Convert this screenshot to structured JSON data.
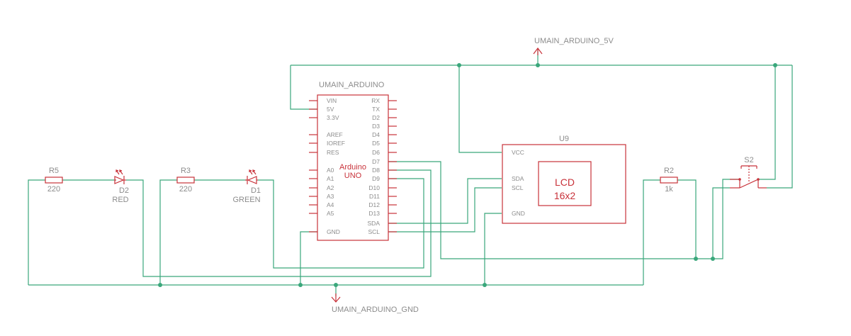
{
  "colors": {
    "wire": "#3aa77b",
    "part": "#c8323a",
    "text": "#8c8c8c",
    "background": "#ffffff"
  },
  "power": {
    "vcc_label": "UMAIN_ARDUINO_5V",
    "gnd_label": "UMAIN_ARDUINO_GND"
  },
  "arduino": {
    "name": "UMAIN_ARDUINO",
    "body_label_1": "Arduino",
    "body_label_2": "UNO",
    "left_pins": [
      "VIN",
      "5V",
      "3.3V",
      "AREF",
      "IOREF",
      "RES",
      "A0",
      "A1",
      "A2",
      "A3",
      "A4",
      "A5",
      "GND"
    ],
    "right_pins": [
      "RX",
      "TX",
      "D2",
      "D3",
      "D4",
      "D5",
      "D6",
      "D7",
      "D8",
      "D9",
      "D10",
      "D11",
      "D12",
      "D13",
      "SDA",
      "SCL"
    ]
  },
  "lcd": {
    "name": "U9",
    "title": "LCD",
    "size": "16x2",
    "pins": [
      "VCC",
      "SDA",
      "SCL",
      "GND"
    ]
  },
  "resistors": [
    {
      "ref": "R5",
      "value": "220"
    },
    {
      "ref": "R3",
      "value": "220"
    },
    {
      "ref": "R2",
      "value": "1k"
    }
  ],
  "leds": [
    {
      "ref": "D2",
      "color": "RED"
    },
    {
      "ref": "D1",
      "color": "GREEN"
    }
  ],
  "switch": {
    "ref": "S2"
  }
}
